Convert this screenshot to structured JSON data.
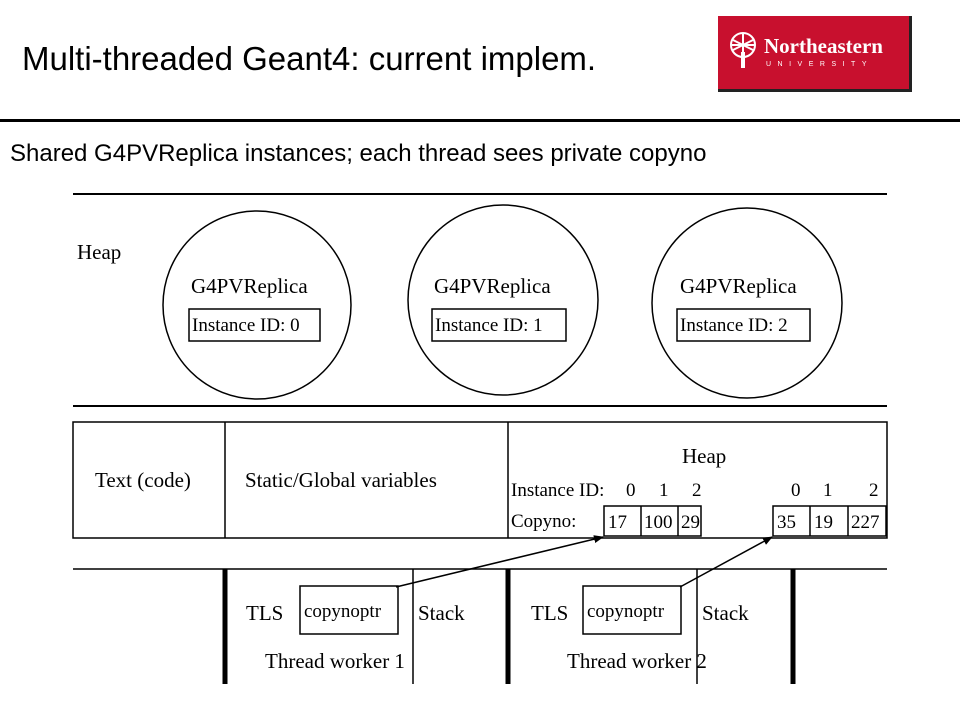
{
  "slide": {
    "title": "Multi-threaded  Geant4: current implem.",
    "subtitle": "Shared G4PVReplica instances; each thread sees private copyno"
  },
  "logo": {
    "name": "Northeastern",
    "sub": "UNIVERSITY"
  },
  "diagram": {
    "heap_label": "Heap",
    "replicas": [
      {
        "name": "G4PVReplica",
        "instance": "Instance ID: 0"
      },
      {
        "name": "G4PVReplica",
        "instance": "Instance ID: 1"
      },
      {
        "name": "G4PVReplica",
        "instance": "Instance ID: 2"
      }
    ],
    "text_code": "Text (code)",
    "static_globals": "Static/Global variables",
    "thread_heap": {
      "label": "Heap",
      "instance_id_label": "Instance ID:",
      "ids_a": [
        "0",
        "1",
        "2"
      ],
      "ids_b": [
        "0",
        "1",
        "2"
      ],
      "copyno_label": "Copyno:",
      "copyno_a": [
        "17",
        "100",
        "29"
      ],
      "copyno_b": [
        "35",
        "19",
        "227"
      ]
    },
    "workers": [
      {
        "tls": "TLS",
        "ptr": "copynoptr",
        "stack": "Stack",
        "name": "Thread worker 1"
      },
      {
        "tls": "TLS",
        "ptr": "copynoptr",
        "stack": "Stack",
        "name": "Thread worker 2"
      }
    ]
  }
}
